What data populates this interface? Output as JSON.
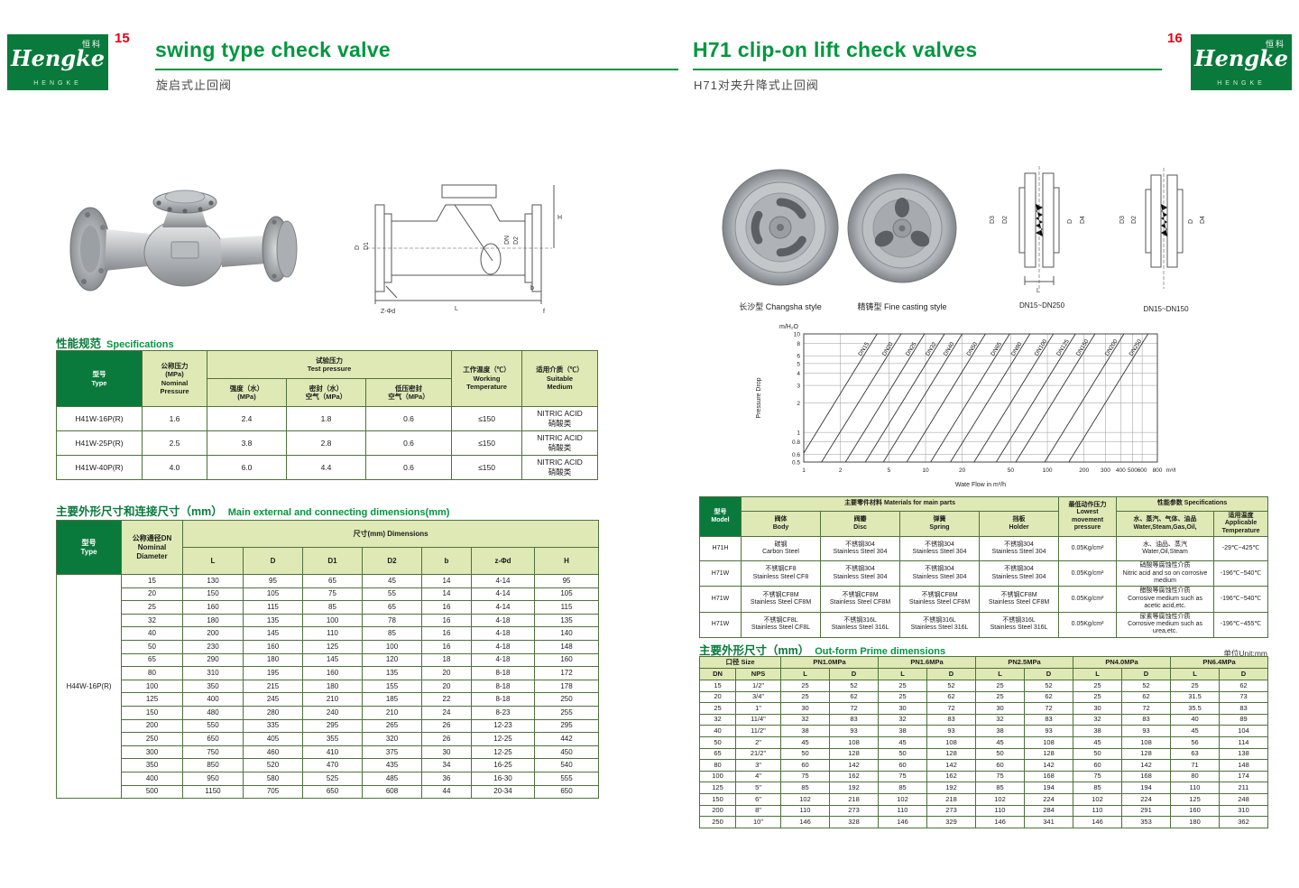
{
  "colors": {
    "dark-green": "#0a7a3c",
    "title-green": "#00973f",
    "light-green": "#dfe9b6",
    "border-green": "#4f713c",
    "red": "#e60013"
  },
  "brand": {
    "logo_script": "Hengke",
    "logo_cn": "恒科",
    "logo_sub": "HENGKE"
  },
  "left_page": {
    "page_number": "15",
    "title": "swing type check valve",
    "subtitle": "旋启式止回阀",
    "drawing": {
      "h": "H",
      "d": "D",
      "d1": "D1",
      "dn": "DN",
      "d2": "D2",
      "b": "b",
      "f": "f",
      "zd": "Z-Φd",
      "l": "L"
    },
    "spec_section_cn": "性能规范",
    "spec_section_en": "Specifications",
    "spec_table": {
      "h_type": "型号\nType",
      "h_pressure": "公称压力\n(MPa)\nNominal\nPressure",
      "h_test": "试验压力\nTest pressure",
      "h_strength": "强度（水）\n(MPa)",
      "h_seal": "密封（水）\n空气（MPa）",
      "h_lowseal": "低压密封\n空气（MPa）",
      "h_temp": "工作温度（℃）\nWorking\nTemperature",
      "h_medium": "适用介质（℃）\nSuitable\nMedium",
      "rows": [
        [
          "H41W-16P(R)",
          "1.6",
          "2.4",
          "1.8",
          "0.6",
          "≤150",
          "NITRIC ACID\n硝酸类"
        ],
        [
          "H41W-25P(R)",
          "2.5",
          "3.8",
          "2.8",
          "0.6",
          "≤150",
          "NITRIC ACID\n硝酸类"
        ],
        [
          "H41W-40P(R)",
          "4.0",
          "6.0",
          "4.4",
          "0.6",
          "≤150",
          "NITRIC ACID\n硝酸类"
        ]
      ]
    },
    "dim_section_cn": "主要外形尺寸和连接尺寸（mm）",
    "dim_section_en": "Main external and connecting dimensions(mm)",
    "dim_table": {
      "h_type": "型号\nType",
      "h_dn": "公称通径DN\nNominal\nDiameter",
      "h_dim": "尺寸(mm) Dimensions",
      "h_cols": [
        "L",
        "D",
        "D1",
        "D2",
        "b",
        "z-Φd",
        "H"
      ],
      "model": "H44W-16P(R)",
      "rows": [
        [
          "15",
          "130",
          "95",
          "65",
          "45",
          "14",
          "4-14",
          "95"
        ],
        [
          "20",
          "150",
          "105",
          "75",
          "55",
          "14",
          "4-14",
          "105"
        ],
        [
          "25",
          "160",
          "115",
          "85",
          "65",
          "16",
          "4-14",
          "115"
        ],
        [
          "32",
          "180",
          "135",
          "100",
          "78",
          "16",
          "4-18",
          "135"
        ],
        [
          "40",
          "200",
          "145",
          "110",
          "85",
          "16",
          "4-18",
          "140"
        ],
        [
          "50",
          "230",
          "160",
          "125",
          "100",
          "16",
          "4-18",
          "148"
        ],
        [
          "65",
          "290",
          "180",
          "145",
          "120",
          "18",
          "4-18",
          "160"
        ],
        [
          "80",
          "310",
          "195",
          "160",
          "135",
          "20",
          "8-18",
          "172"
        ],
        [
          "100",
          "350",
          "215",
          "180",
          "155",
          "20",
          "8-18",
          "178"
        ],
        [
          "125",
          "400",
          "245",
          "210",
          "185",
          "22",
          "8-18",
          "250"
        ],
        [
          "150",
          "480",
          "280",
          "240",
          "210",
          "24",
          "8-23",
          "255"
        ],
        [
          "200",
          "550",
          "335",
          "295",
          "265",
          "26",
          "12-23",
          "295"
        ],
        [
          "250",
          "650",
          "405",
          "355",
          "320",
          "26",
          "12-25",
          "442"
        ],
        [
          "300",
          "750",
          "460",
          "410",
          "375",
          "30",
          "12-25",
          "450"
        ],
        [
          "350",
          "850",
          "520",
          "470",
          "435",
          "34",
          "16-25",
          "540"
        ],
        [
          "400",
          "950",
          "580",
          "525",
          "485",
          "36",
          "16-30",
          "555"
        ],
        [
          "500",
          "1150",
          "705",
          "650",
          "608",
          "44",
          "20-34",
          "650"
        ]
      ]
    }
  },
  "right_page": {
    "page_number": "16",
    "title": "H71 clip-on lift check valves",
    "subtitle": "H71对夹升降式止回阀",
    "photo1_label": "长沙型 Changsha style",
    "photo2_label": "精铸型 Fine casting style",
    "drawing1": {
      "d3": "D3",
      "d2": "D2",
      "d": "D",
      "d4": "D4",
      "l": "L",
      "caption": "DN15~DN250"
    },
    "drawing2": {
      "d3": "D3",
      "d2": "D2",
      "d": "D",
      "d4": "D4",
      "caption": "DN15~DN150"
    },
    "materials_table": {
      "h_model": "型号\nModel",
      "h_materials": "主要零件材料 Materials for main parts",
      "h_body": "阀体\nBody",
      "h_disc": "阀瓣\nDisc",
      "h_spring": "弹簧\nSpring",
      "h_holder": "挡板\nHolder",
      "h_lowest": "最低动作压力\nLowest movement\npressure",
      "h_spec": "性能参数 Specifications",
      "h_medium": "水、蒸汽、气体、油品\nWater,Steam,Gas,Oil,",
      "h_temp": "适用温度\nApplicable\nTemperature",
      "rows": [
        [
          "H71H",
          "碳钢\nCarbon Steel",
          "不锈钢304\nStainless Steel 304",
          "不锈钢304\nStainless Steel 304",
          "不锈钢304\nStainless Steel 304",
          "0.05Kg/cm²",
          "水、油品、蒸汽\nWater,Oil,Steam",
          "-29℃~425℃"
        ],
        [
          "H71W",
          "不锈钢CF8\nStainless Steel CF8",
          "不锈钢304\nStainless Steel 304",
          "不锈钢304\nStainless Steel 304",
          "不锈钢304\nStainless Steel 304",
          "0.05Kg/cm²",
          "硝酸等腐蚀性介质\nNitric acid and so on corrosive medium",
          "-196℃~540℃"
        ],
        [
          "H71W",
          "不锈钢CF8M\nStainless Steel CF8M",
          "不锈钢CF8M\nStainless Steel CF8M",
          "不锈钢CF8M\nStainless Steel CF8M",
          "不锈钢CF8M\nStainless Steel CF8M",
          "0.05Kg/cm²",
          "醋酸等腐蚀性介质\nCorrosive medium such as acetic acid,etc.",
          "-196℃~540℃"
        ],
        [
          "H71W",
          "不锈钢CF8L\nStainless Steel CF8L",
          "不锈钢316L\nStainless Steel 316L",
          "不锈钢316L\nStainless Steel 316L",
          "不锈钢316L\nStainless Steel 316L",
          "0.05Kg/cm²",
          "尿素等腐蚀性介质\nCorrosive medium such as urea,etc.",
          "-196℃~455℃"
        ]
      ]
    },
    "outform_section_cn": "主要外形尺寸（mm）",
    "outform_section_en": "Out-form Prime dimensions",
    "unit_note": "单位Unit:mm",
    "outform_table": {
      "h_size": "口径 Size",
      "h_dn": "DN",
      "h_nps": "NPS",
      "pn": [
        "PN1.0MPa",
        "PN1.6MPa",
        "PN2.5MPa",
        "PN4.0MPa",
        "PN6.4MPa"
      ],
      "h_l": "L",
      "h_d": "D",
      "rows": [
        [
          "15",
          "1/2\"",
          "25",
          "52",
          "25",
          "52",
          "25",
          "52",
          "25",
          "52",
          "25",
          "62"
        ],
        [
          "20",
          "3/4\"",
          "25",
          "62",
          "25",
          "62",
          "25",
          "62",
          "25",
          "62",
          "31.5",
          "73"
        ],
        [
          "25",
          "1\"",
          "30",
          "72",
          "30",
          "72",
          "30",
          "72",
          "30",
          "72",
          "35.5",
          "83"
        ],
        [
          "32",
          "11/4\"",
          "32",
          "83",
          "32",
          "83",
          "32",
          "83",
          "32",
          "83",
          "40",
          "89"
        ],
        [
          "40",
          "11/2\"",
          "38",
          "93",
          "38",
          "93",
          "38",
          "93",
          "38",
          "93",
          "45",
          "104"
        ],
        [
          "50",
          "2\"",
          "45",
          "108",
          "45",
          "108",
          "45",
          "108",
          "45",
          "108",
          "56",
          "114"
        ],
        [
          "65",
          "21/2\"",
          "50",
          "128",
          "50",
          "128",
          "50",
          "128",
          "50",
          "128",
          "63",
          "138"
        ],
        [
          "80",
          "3\"",
          "60",
          "142",
          "60",
          "142",
          "60",
          "142",
          "60",
          "142",
          "71",
          "148"
        ],
        [
          "100",
          "4\"",
          "75",
          "162",
          "75",
          "162",
          "75",
          "168",
          "75",
          "168",
          "80",
          "174"
        ],
        [
          "125",
          "5\"",
          "85",
          "192",
          "85",
          "192",
          "85",
          "194",
          "85",
          "194",
          "110",
          "211"
        ],
        [
          "150",
          "6\"",
          "102",
          "218",
          "102",
          "218",
          "102",
          "224",
          "102",
          "224",
          "125",
          "248"
        ],
        [
          "200",
          "8\"",
          "110",
          "273",
          "110",
          "273",
          "110",
          "284",
          "110",
          "291",
          "160",
          "310"
        ],
        [
          "250",
          "10\"",
          "146",
          "328",
          "146",
          "329",
          "146",
          "341",
          "146",
          "353",
          "180",
          "362"
        ]
      ]
    }
  },
  "chart_data": {
    "type": "line",
    "x_scale": "log",
    "y_scale": "log",
    "xlabel": "Wate Flow in m³/h",
    "ylabel": "Pressure Drop",
    "y_unit": "m/H₂O",
    "x_unit": "m³/h",
    "xlim": [
      1,
      800
    ],
    "ylim": [
      0.5,
      10
    ],
    "x_ticks": [
      1,
      2,
      5,
      10,
      20,
      50,
      100,
      200,
      300,
      400,
      500,
      600,
      800
    ],
    "y_ticks": [
      0.5,
      0.6,
      0.8,
      1,
      2,
      3,
      4,
      5,
      6,
      8,
      10
    ],
    "grid": true,
    "legend": "labels on curves",
    "note": "pressure drop vs water flow, slope P proportional to Q^2",
    "series": [
      {
        "name": "DN15",
        "points": [
          [
            0.9,
            0.5
          ],
          [
            4.0,
            10
          ]
        ]
      },
      {
        "name": "DN20",
        "points": [
          [
            1.4,
            0.5
          ],
          [
            6.3,
            10
          ]
        ]
      },
      {
        "name": "DN25",
        "points": [
          [
            2.2,
            0.5
          ],
          [
            9.8,
            10
          ]
        ]
      },
      {
        "name": "DN32",
        "points": [
          [
            3.2,
            0.5
          ],
          [
            14.3,
            10
          ]
        ]
      },
      {
        "name": "DN40",
        "points": [
          [
            4.5,
            0.5
          ],
          [
            20,
            10
          ]
        ]
      },
      {
        "name": "DN50",
        "points": [
          [
            7,
            0.5
          ],
          [
            31,
            10
          ]
        ]
      },
      {
        "name": "DN65",
        "points": [
          [
            11,
            0.5
          ],
          [
            49,
            10
          ]
        ]
      },
      {
        "name": "DN80",
        "points": [
          [
            16,
            0.5
          ],
          [
            72,
            10
          ]
        ]
      },
      {
        "name": "DN100",
        "points": [
          [
            25,
            0.5
          ],
          [
            112,
            10
          ]
        ]
      },
      {
        "name": "DN125",
        "points": [
          [
            38,
            0.5
          ],
          [
            170,
            10
          ]
        ]
      },
      {
        "name": "DN150",
        "points": [
          [
            55,
            0.5
          ],
          [
            246,
            10
          ]
        ]
      },
      {
        "name": "DN200",
        "points": [
          [
            95,
            0.5
          ],
          [
            425,
            10
          ]
        ]
      },
      {
        "name": "DN250",
        "points": [
          [
            150,
            0.5
          ],
          [
            670,
            10
          ]
        ]
      }
    ]
  }
}
